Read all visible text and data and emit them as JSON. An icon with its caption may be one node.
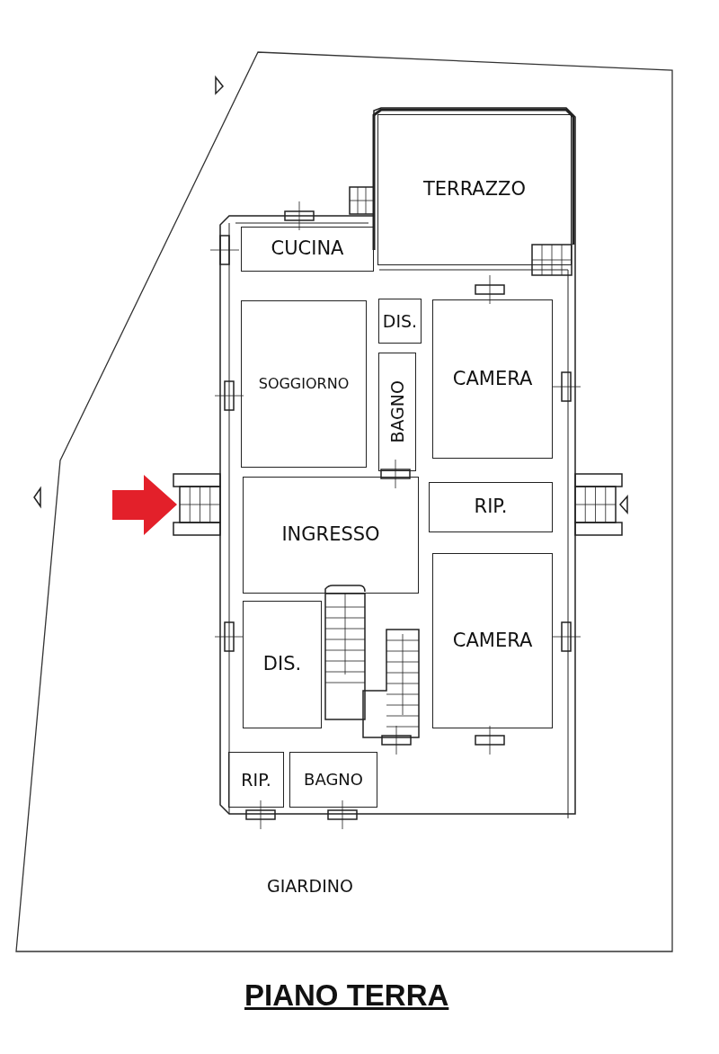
{
  "diagram": {
    "title": "PIANO TERRA",
    "nodes": [
      {
        "text": [
          "GIARDINO"
        ]
      },
      {
        "text": [
          "TERRAZZO"
        ],
        "in": 0
      },
      {
        "text": [
          "CUCINA"
        ],
        "in": 0
      },
      {
        "text": [
          "DIS."
        ],
        "in": 0
      },
      {
        "text": [
          "SOGGIORNO"
        ],
        "in": 0
      },
      {
        "text": [
          "BAGNO"
        ],
        "in": 0
      },
      {
        "text": [
          "CAMERA"
        ],
        "in": 0
      },
      {
        "text": [
          "RIP."
        ],
        "in": 0
      },
      {
        "text": [
          "INGRESSO"
        ],
        "in": 0
      },
      {
        "text": [
          "CAMERA"
        ],
        "in": 0
      },
      {
        "text": [
          "DIS."
        ],
        "in": 0
      },
      {
        "text": [
          "RIP."
        ],
        "in": 0
      },
      {
        "text": [
          "BAGNO"
        ],
        "in": 0
      }
    ]
  }
}
